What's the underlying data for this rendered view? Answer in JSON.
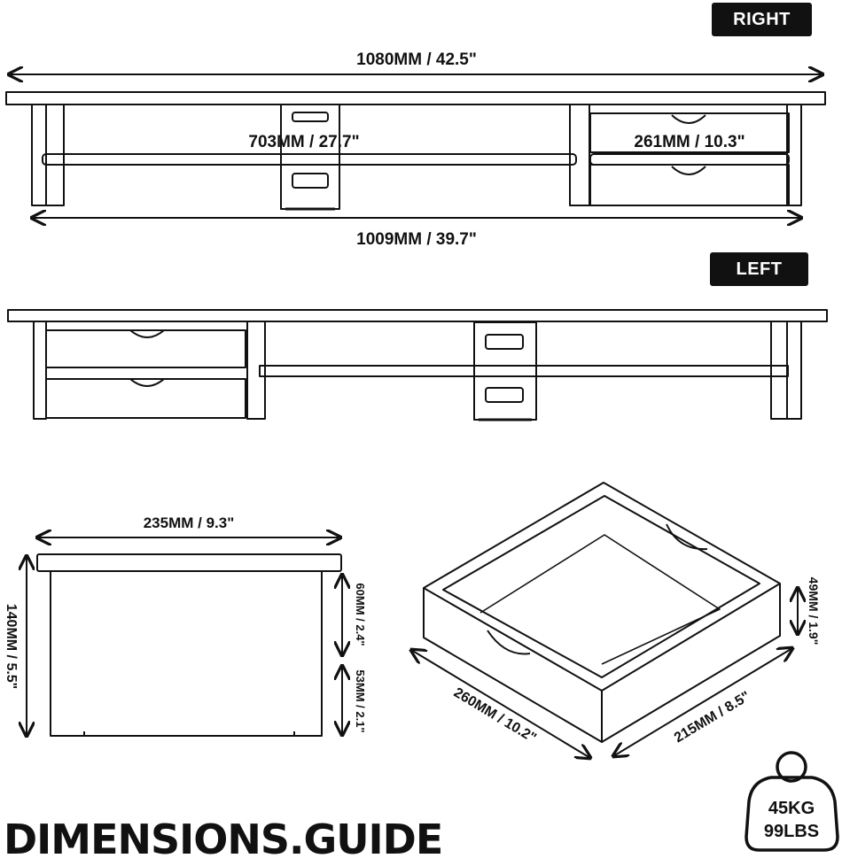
{
  "views": {
    "right_label": "RIGHT",
    "left_label": "LEFT"
  },
  "dimensions": {
    "total_length": "1080MM / 42.5\"",
    "shelf_span": "703MM / 27.7\"",
    "drawer_width": "261MM / 10.3\"",
    "inner_length": "1009MM / 39.7\"",
    "side_depth": "235MM / 9.3\"",
    "side_height": "140MM / 5.5\"",
    "upper_drawer_height": "60MM / 2.4\"",
    "lower_drawer_height": "53MM / 2.1\"",
    "drawer_height": "49MM / 1.9\"",
    "drawer_length": "260MM / 10.2\"",
    "drawer_depth": "215MM / 8.5\""
  },
  "footer": {
    "title": "DIMENSIONS.GUIDE",
    "weight_kg": "45KG",
    "weight_lbs": "99LBS"
  },
  "colors": {
    "ink": "#111111",
    "badge_bg": "#111111",
    "badge_text": "#ffffff"
  },
  "icons": [
    "weight-icon",
    "arrow-icon"
  ]
}
